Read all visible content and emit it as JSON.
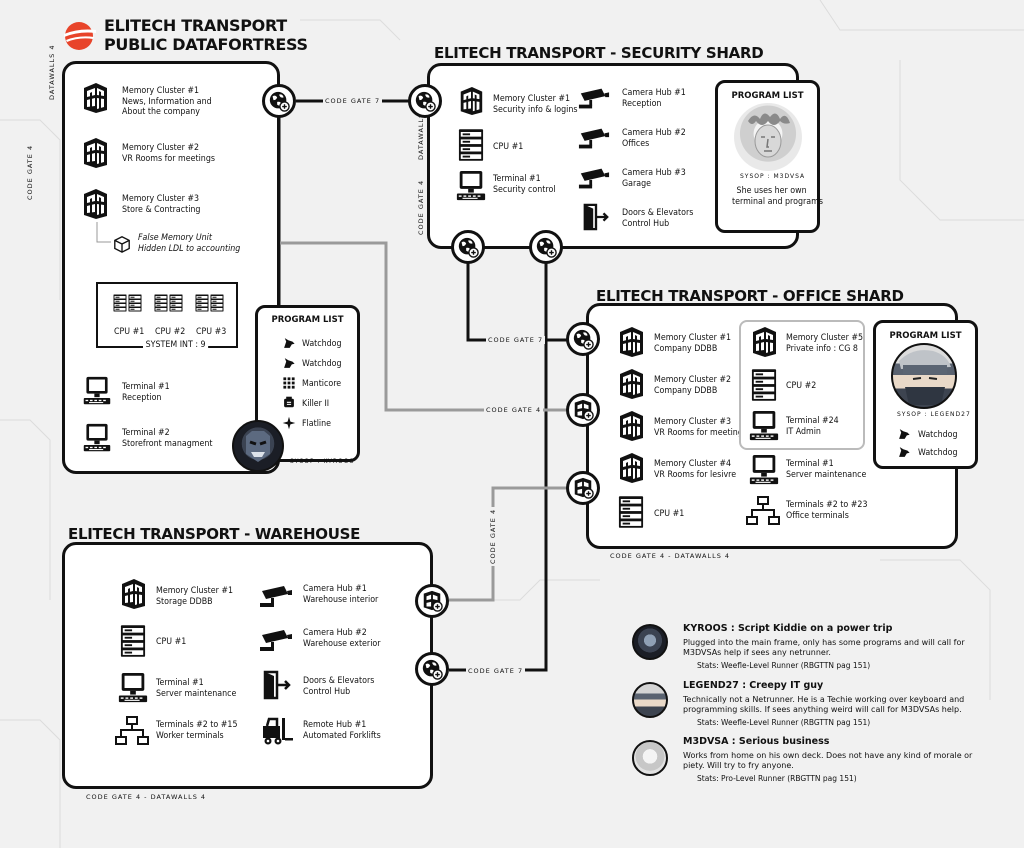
{
  "header": {
    "line1": "ELITECH TRANSPORT",
    "line2": "PUBLIC  DATAFORTRESS"
  },
  "colors": {
    "accent": "#e8442a",
    "ink": "#111111",
    "link_grey": "#9a9a9a"
  },
  "public": {
    "side_top": "DATAWALLS 4",
    "side_bottom": "CODE GATE 4",
    "mc1": "Memory Cluster #1",
    "mc1_sub1": "News, Information and",
    "mc1_sub2": "About the company",
    "mc2": "Memory Cluster #2",
    "mc2_sub": "VR Rooms for meetings",
    "mc3": "Memory Cluster #3",
    "mc3_sub": "Store & Contracting",
    "fmu": "False Memory Unit",
    "fmu_sub": "Hidden LDL to accounting",
    "cpu1": "CPU #1",
    "cpu2": "CPU #2",
    "cpu3": "CPU #3",
    "sysint": "SYSTEM INT : 9",
    "t1": "Terminal #1",
    "t1_sub": "Reception",
    "t2": "Terminal #2",
    "t2_sub": "Storefront managment",
    "program_list": {
      "title": "PROGRAM LIST",
      "items": [
        "Watchdog",
        "Watchdog",
        "Manticore",
        "Killer II",
        "Flatline"
      ]
    },
    "sysop": "SYSOP : KYROOS"
  },
  "security": {
    "title": "ELITECH TRANSPORT - SECURITY SHARD",
    "side": "DATAWALLS 4",
    "side2": "CODE GATE 4",
    "mc1": "Memory Cluster #1",
    "mc1_sub": "Security info & logins",
    "cpu1": "CPU #1",
    "t1": "Terminal #1",
    "t1_sub": "Security control",
    "cam1": "Camera Hub #1",
    "cam1_sub": "Reception",
    "cam2": "Camera Hub #2",
    "cam2_sub": "Offices",
    "cam3": "Camera Hub #3",
    "cam3_sub": "Garage",
    "doors": "Doors & Elevators",
    "doors_sub": "Control Hub",
    "program_list": {
      "title": "PROGRAM LIST",
      "sysop": "SYSOP : M3DVSA",
      "desc1": "She uses her own",
      "desc2": "terminal and programs"
    }
  },
  "office": {
    "title": "ELITECH TRANSPORT - OFFICE SHARD",
    "mc1": "Memory Cluster #1",
    "mc1_sub": "Company DDBB",
    "mc2": "Memory Cluster #2",
    "mc2_sub": "Company DDBB",
    "mc3": "Memory Cluster #3",
    "mc3_sub": "VR Rooms for meetings",
    "mc4": "Memory Cluster #4",
    "mc4_sub": "VR Rooms for lesivre",
    "cpu1": "CPU #1",
    "mc5": "Memory Cluster #5",
    "mc5_sub": "Private info : CG 8",
    "cpu2": "CPU #2",
    "t24": "Terminal #24",
    "t24_sub": "IT Admin",
    "t1": "Terminal #1",
    "t1_sub": "Server maintenance",
    "t2": "Terminals #2 to #23",
    "t2_sub": "Office terminals",
    "footer": "CODE GATE 4  -  DATAWALLS 4",
    "program_list": {
      "title": "PROGRAM LIST",
      "sysop": "SYSOP : LEGEND27",
      "items": [
        "Watchdog",
        "Watchdog"
      ]
    }
  },
  "warehouse": {
    "title": "ELITECH TRANSPORT - WAREHOUSE",
    "mc1": "Memory Cluster #1",
    "mc1_sub": "Storage DDBB",
    "cpu1": "CPU #1",
    "t1": "Terminal #1",
    "t1_sub": "Server maintenance",
    "t2": "Terminals #2 to #15",
    "t2_sub": "Worker terminals",
    "cam1": "Camera Hub #1",
    "cam1_sub": "Warehouse interior",
    "cam2": "Camera Hub #2",
    "cam2_sub": "Warehouse exterior",
    "doors": "Doors & Elevators",
    "doors_sub": "Control Hub",
    "remote": "Remote Hub #1",
    "remote_sub": "Automated Forklifts",
    "footer": "CODE GATE 4  -  DATAWALLS 4"
  },
  "links": {
    "cg7_a": "CODE GATE 7",
    "cg7_b": "CODE GATE 7",
    "cg4_a": "CODE GATE 4",
    "cg4_b": "CODE GATE 4",
    "cg7_c": "CODE GATE 7"
  },
  "notes": [
    {
      "head": "KYROOS : Script Kiddie on a power trip",
      "l1": "Plugged into the main frame, only has some programs and will call for",
      "l2": "M3DVSAs help if sees any netrunner.",
      "stats": "Stats: Weefle-Level Runner (RBGTTN pag 151)"
    },
    {
      "head": "LEGEND27 : Creepy IT guy",
      "l1": "Technically not a Netrunner. He is a Techie working over keyboard and",
      "l2": "programming skills. If sees anything weird will call for M3DVSAs help.",
      "stats": "Stats: Weefle-Level Runner (RBGTTN pag 151)"
    },
    {
      "head": "M3DVSA : Serious business",
      "l1": "Works from home on his own deck. Does not have any kind of morale or",
      "l2": "piety. Will try to fry anyone.",
      "stats": "Stats: Pro-Level Runner (RBGTTN pag 151)"
    }
  ]
}
